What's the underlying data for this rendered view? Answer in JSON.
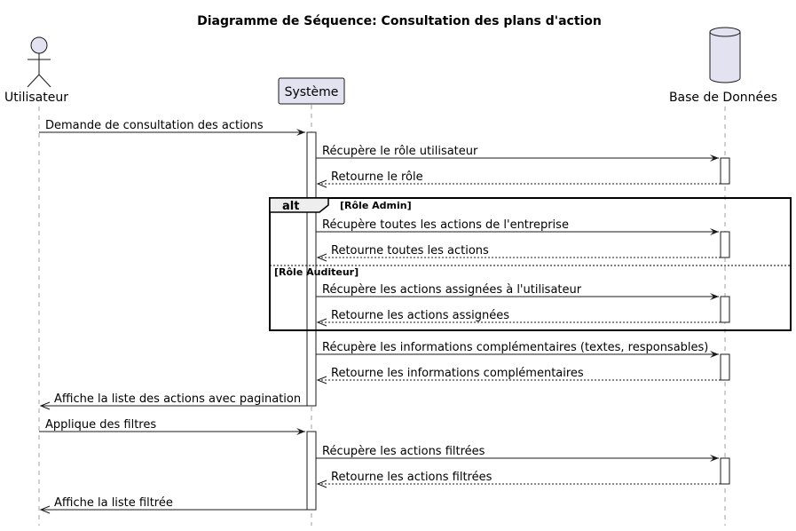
{
  "diagram": {
    "title": "Diagramme de Séquence: Consultation des plans d'action",
    "participants": {
      "user": "Utilisateur",
      "system": "Système",
      "db": "Base de Données"
    },
    "messages": [
      "Demande de consultation des actions",
      "Récupère le rôle utilisateur",
      "Retourne le rôle",
      "Récupère toutes les actions de l'entreprise",
      "Retourne toutes les actions",
      "Récupère les actions assignées à l'utilisateur",
      "Retourne les actions assignées",
      "Récupère les informations complémentaires (textes, responsables)",
      "Retourne les informations complémentaires",
      "Affiche la liste des actions avec pagination",
      "Applique des filtres",
      "Récupère les actions filtrées",
      "Retourne les actions filtrées",
      "Affiche la liste filtrée"
    ],
    "alt_frame": {
      "keyword": "alt",
      "guard_1": "[Rôle Admin]",
      "guard_2": "[Rôle Auditeur]"
    }
  }
}
